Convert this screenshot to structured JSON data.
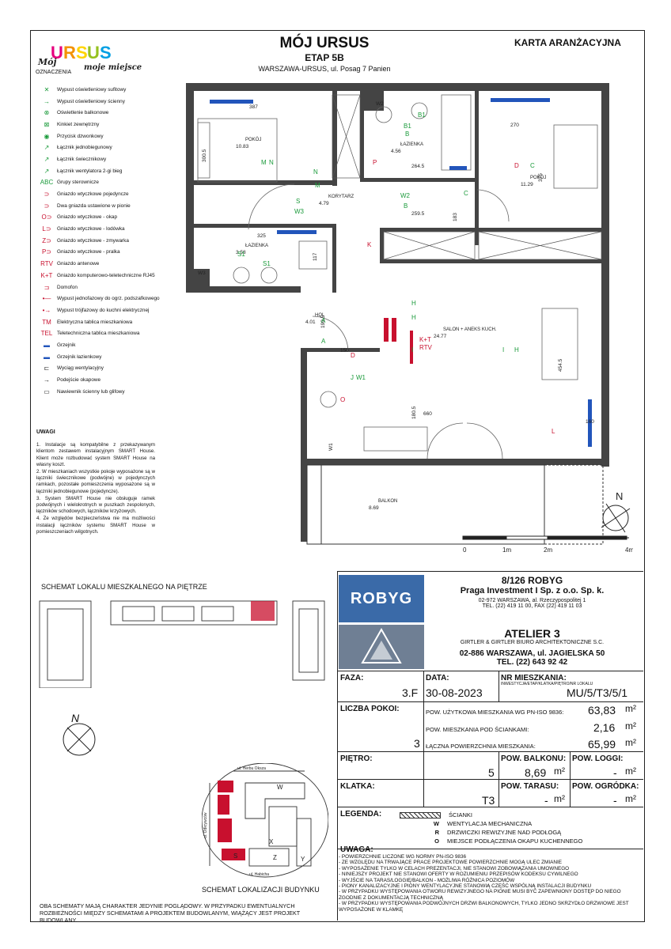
{
  "header": {
    "project": "MÓJ URSUS",
    "stage": "ETAP 5B",
    "address": "WARSZAWA-URSUS, ul. Posag 7 Panien",
    "card_type": "KARTA ARANŻACYJNA",
    "logo_text": "URSUS",
    "logo_slogan": "Mój moje miejsce"
  },
  "legend": {
    "title": "OZNACZENIA",
    "items": [
      {
        "sym": "✕",
        "color": "#1a9a3a",
        "label": "Wypust oświetleniowy sufitowy"
      },
      {
        "sym": "→",
        "color": "#1a9a3a",
        "label": "Wypust oświetleniowy ścienny"
      },
      {
        "sym": "⊗",
        "color": "#1a9a3a",
        "label": "Oświetlenie balkonowe"
      },
      {
        "sym": "⊠",
        "color": "#1a9a3a",
        "label": "Kinkiet zewnętrzny"
      },
      {
        "sym": "◉",
        "color": "#1a9a3a",
        "label": "Przycisk dzwonkowy"
      },
      {
        "sym": "↗",
        "color": "#1a9a3a",
        "label": "Łącznik jednobiegunowy"
      },
      {
        "sym": "↗",
        "color": "#1a9a3a",
        "label": "Łącznik świecznikowy"
      },
      {
        "sym": "↗",
        "color": "#1a9a3a",
        "label": "Łącznik wentylatora 2-gi bieg"
      },
      {
        "sym": "ABC",
        "color": "#1a9a3a",
        "label": "Grupy sterownicze"
      },
      {
        "sym": "⊃",
        "color": "#c8102e",
        "label": "Gniazdo wtyczkowe pojedyncze"
      },
      {
        "sym": "⊃",
        "color": "#c8102e",
        "label": "Dwa gniazda ustawione w pionie"
      },
      {
        "sym": "O⊃",
        "color": "#c8102e",
        "label": "Gniazdo wtyczkowe - okap"
      },
      {
        "sym": "L⊃",
        "color": "#c8102e",
        "label": "Gniazdo wtyczkowe - lodówka"
      },
      {
        "sym": "Z⊃",
        "color": "#c8102e",
        "label": "Gniazdo wtyczkowe - zmywarka"
      },
      {
        "sym": "P⊃",
        "color": "#c8102e",
        "label": "Gniazdo wtyczkowe - pralka"
      },
      {
        "sym": "RTV",
        "color": "#c8102e",
        "label": "Gniazdo antenowe"
      },
      {
        "sym": "K+T",
        "color": "#c8102e",
        "label": "Gniazdo komputerowo-teletechniczne RJ45"
      },
      {
        "sym": "⊐",
        "color": "#c8102e",
        "label": "Domofon"
      },
      {
        "sym": "•—",
        "color": "#c8102e",
        "label": "Wypust jednofazowy do ogrz. podszafkowego"
      },
      {
        "sym": "•→",
        "color": "#c8102e",
        "label": "Wypust trójfazowy do kuchni elektrycznej"
      },
      {
        "sym": "TM",
        "color": "#c8102e",
        "label": "Elektryczna tablica mieszkaniowa"
      },
      {
        "sym": "TEL",
        "color": "#c8102e",
        "label": "Teletechniczna tablica mieszkaniowa"
      },
      {
        "sym": "▬",
        "color": "#2255bb",
        "label": "Grzejnik"
      },
      {
        "sym": "▬",
        "color": "#2255bb",
        "label": "Grzejnik łazienkowy"
      },
      {
        "sym": "⊏",
        "color": "#222",
        "label": "Wyciąg wentylacyjny"
      },
      {
        "sym": "→",
        "color": "#222",
        "label": "Podejście okapowe"
      },
      {
        "sym": "▭",
        "color": "#222",
        "label": "Nawiewnik ścienny lub glifowy"
      }
    ]
  },
  "uwagi": {
    "title": "UWAGI",
    "notes": [
      "1. Instalacje są kompatybilne z przekazywanym klientom zestawem instalacyjnym SMART House. Klient może rozbudować system SMART House na własny koszt.",
      "2. W mieszkaniach wszystkie pokoje wyposażone są w łączniki świecznikowe (podwójne) w pojedynczych ramkach, pozostałe pomieszczenia wyposażone są w łączniki jednobiegunowe (pojedyncze).",
      "3. System SMART House nie obsługuje ramek podwójnych i wielokrotnych w puszkach zespolonych, łączników schodowych, łączników krzyżowych.",
      "4. Ze względów bezpieczeństwa nie ma możliwości instalacji łączników systemu SMART House w pomieszczeniach wilgotnych."
    ]
  },
  "rooms": [
    {
      "name": "POKÓJ",
      "area": "10.83"
    },
    {
      "name": "ŁAZIENKA",
      "area": "4.56"
    },
    {
      "name": "POKÓJ",
      "area": "11.29"
    },
    {
      "name": "KORYTARZ",
      "area": "4.79"
    },
    {
      "name": "ŁAZIENKA",
      "area": "3.58"
    },
    {
      "name": "HOL",
      "area": "4.01"
    },
    {
      "name": "SALON + ANEKS KUCH.",
      "area": "24.77"
    },
    {
      "name": "BALKON",
      "area": "8.69"
    }
  ],
  "dims": [
    "387",
    "270",
    "300.5",
    "375",
    "264.5",
    "259.5",
    "183",
    "325",
    "117",
    "190.5",
    "150",
    "454.5",
    "180.5",
    "660",
    "160",
    "W2",
    "W3",
    "W1"
  ],
  "plan_symbols": [
    "B1",
    "B1",
    "B",
    "P",
    "D",
    "C",
    "W2",
    "B",
    "C",
    "N",
    "M",
    "S",
    "W3",
    "S1",
    "S1",
    "K",
    "A",
    "A",
    "D",
    "H",
    "H",
    "I",
    "I",
    "H",
    "K+T",
    "RTV",
    "J",
    "W1",
    "O",
    "L",
    "M",
    "N"
  ],
  "scale": {
    "ticks": [
      "0",
      "1m",
      "2m",
      "4m"
    ],
    "north": "N"
  },
  "schema": {
    "floor_title": "SCHEMAT LOKALU MIESZKALNEGO NA PIĘTRZE",
    "building_title": "SCHEMAT LOKALIZACJI BUDYNKU",
    "north": "N",
    "streets": [
      "ul. Herbu Oksza",
      "ul. Odkrywców",
      "ul. Habicha"
    ],
    "buildings": [
      "W",
      "X",
      "S",
      "Z",
      "Y"
    ]
  },
  "developer": {
    "logo": "ROBYG",
    "name1": "8/126 ROBYG",
    "name2": "Praga Investment I Sp. z o.o. Sp. k.",
    "address": "02-972 WARSZAWA, al. Rzeczypospolitej 1",
    "phone": "TEL. (22) 419 11 00, FAX (22) 419 11 03"
  },
  "architect": {
    "name": "ATELIER 3",
    "sub": "GIRTLER & GIRTLER BIURO ARCHITEKTONICZNE S.C.",
    "address": "02-886 WARSZAWA, ul. JAGIELSKA 50",
    "phone": "TEL. (22) 643 92 42"
  },
  "facts": {
    "faza_label": "FAZA:",
    "faza": "3.F",
    "data_label": "DATA:",
    "data": "30-08-2023",
    "nr_label": "NR MIESZKANIA:",
    "nr_sub": "INWESTYCJA/ETAP/KLATKA/PIĘTRO/NR LOKALU",
    "nr": "MU/5/T3/5/1",
    "pokoje_label": "LICZBA POKOI:",
    "pokoje": "3",
    "pow_uz_label": "POW. UŻYTKOWA MIESZKANIA WG PN-ISO 9836:",
    "pow_uz": "63,83",
    "pow_sc_label": "POW. MIESZKANIA POD ŚCIANKAMI:",
    "pow_sc": "2,16",
    "pow_lacz_label": "ŁĄCZNA POWIERZCHNIA MIESZKANIA:",
    "pow_lacz": "65,99",
    "unit": "m²",
    "pietro_label": "PIĘTRO:",
    "pietro": "5",
    "balkon_label": "POW. BALKONU:",
    "balkon": "8,69",
    "loggia_label": "POW. LOGGI:",
    "loggia": "-",
    "klatka_label": "KLATKA:",
    "klatka": "T3",
    "taras_label": "POW. TARASU:",
    "taras": "-",
    "ogrod_label": "POW. OGRÓDKA:",
    "ogrod": "-"
  },
  "legenda": {
    "title": "LEGENDA:",
    "items": [
      {
        "sym": "",
        "label": "ŚCIANKI"
      },
      {
        "sym": "W",
        "label": "WENTYLACJA MECHANICZNA"
      },
      {
        "sym": "R",
        "label": "DRZWICZKI REWIZYJNE NAD PODŁOGĄ"
      },
      {
        "sym": "O",
        "label": "MIEJSCE PODŁĄCZENIA OKAPU KUCHENNEGO"
      }
    ]
  },
  "uwaga": {
    "title": "UWAGA:",
    "items": [
      "- POWIERZCHNIE LICZONE WG NORMY PN-ISO 9836",
      "- ZE WZGLĘDU NA TRWAJĄCE PRACE PROJEKTOWE POWIERZCHNIE MOGĄ ULEC ZMIANIE",
      "- WYPOSAŻENIE TYLKO W CELACH PREZENTACJI, NIE STANOWI ZOBOWIĄZANIA UMOWNEGO",
      "- NINIEJSZY PROJEKT NIE STANOWI OFERTY W ROZUMIENIU PRZEPISÓW KODEKSU CYWILNEGO",
      "- WYJŚCIE NA TARAS/LOGGIĘ/BALKON - MOŻLIWA RÓŻNICA POZIOMÓW",
      "- PIONY KANALIZACYJNE I PIONY WENTYLACYJNE STANOWIĄ CZĘŚĆ WSPÓLNĄ INSTALACJI BUDYNKU",
      "- W PRZYPADKU WYSTĘPOWANIA OTWORU REWIZYJNEGO NA PIONIE MUSI BYĆ ZAPEWNIONY DOSTĘP DO NIEGO ZGODNIE Z DOKUMENTACJĄ TECHNICZNĄ",
      "- W PRZYPADKU WYSTĘPOWANIA PODWÓJNYCH DRZWI BALKONOWYCH, TYLKO JEDNO SKRZYDŁO DRZWIOWE JEST WYPOSAŻONE W KLAMKĘ"
    ]
  },
  "footnote": "OBA SCHEMATY MAJĄ CHARAKTER JEDYNIE POGLĄDOWY. W PRZYPADKU EWENTUALNYCH ROZBIEŻNOŚCI MIĘDZY SCHEMATAMI A PROJEKTEM BUDOWLANYM, WIĄŻĄCY JEST PROJEKT BUDOWLANY.",
  "colors": {
    "green": "#1a9a3a",
    "red": "#c8102e",
    "blue": "#2255bb",
    "robyg": "#3a6aa8"
  }
}
